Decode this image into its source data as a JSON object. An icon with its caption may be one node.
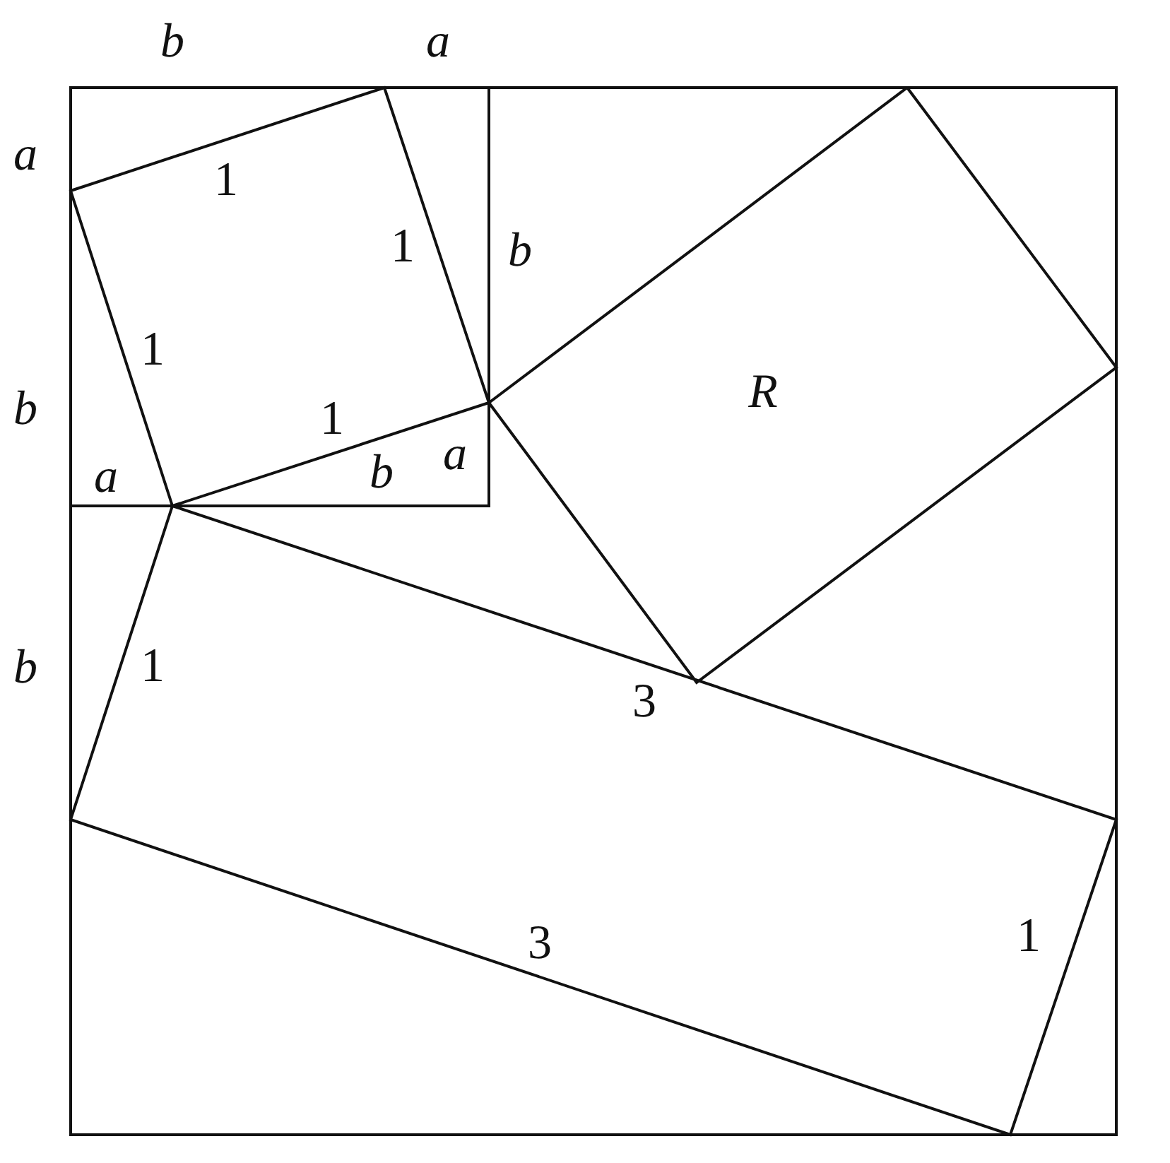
{
  "diagram": {
    "nodes": [
      {
        "text": [
          "R"
        ]
      }
    ],
    "labels": [
      "b",
      "a",
      "a",
      "1",
      "1",
      "b",
      "1",
      "b",
      "1",
      "a",
      "b",
      "a",
      "b",
      "1",
      "3",
      "3",
      "1"
    ]
  }
}
